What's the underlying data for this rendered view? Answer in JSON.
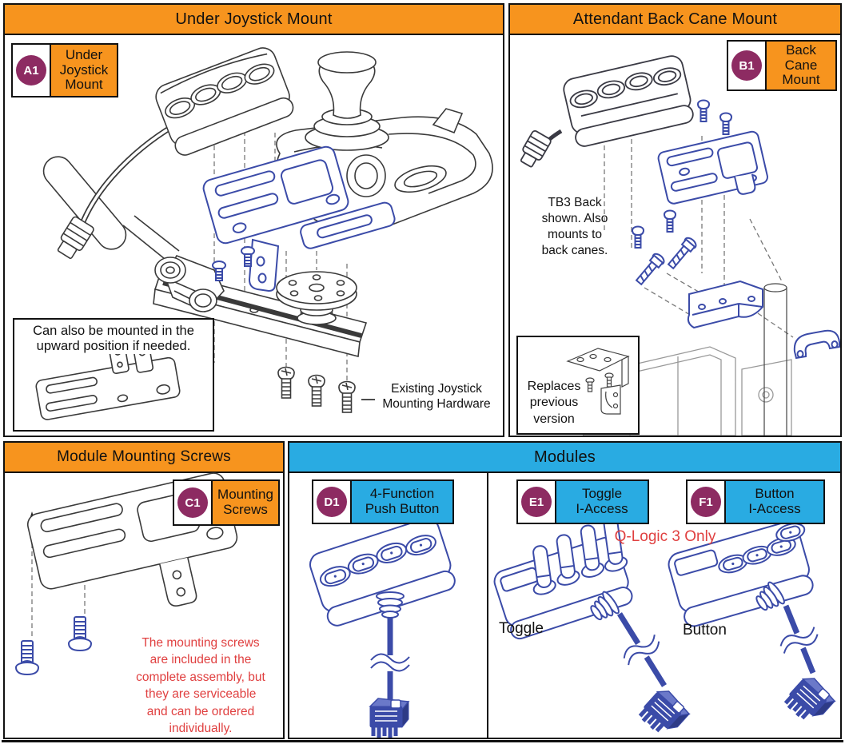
{
  "colors": {
    "header_orange": "#F7941E",
    "header_blue": "#29ABE2",
    "badge_plum": "#8D2B62",
    "note_red": "#E04040",
    "hardware_blue": "#3B4BA8",
    "line_black": "#3a3a3a"
  },
  "panel_under_joystick": {
    "title": "Under Joystick Mount",
    "badge": {
      "id": "A1",
      "label": "Under\nJoystick\nMount"
    },
    "callout_note": "Can also be mounted in the\nupward position if needed.",
    "hardware_label": "Existing Joystick\nMounting Hardware"
  },
  "panel_back_cane": {
    "title": "Attendant Back Cane Mount",
    "badge": {
      "id": "B1",
      "label": "Back\nCane\nMount"
    },
    "note": "TB3 Back\nshown. Also\nmounts to\nback canes.",
    "callout_note": "Replaces\nprevious\nversion"
  },
  "panel_mounting_screws": {
    "title": "Module Mounting Screws",
    "badge": {
      "id": "C1",
      "label": "Mounting\nScrews"
    },
    "service_note": "The mounting screws\nare included in the\ncomplete assembly, but\nthey are serviceable\nand can be ordered\nindividually."
  },
  "panel_modules": {
    "title": "Modules",
    "compat_note": "Q-Logic 3 Only",
    "items": [
      {
        "id": "D1",
        "label": "4-Function\nPush Button",
        "caption": ""
      },
      {
        "id": "E1",
        "label": "Toggle\nI-Access",
        "caption": "Toggle"
      },
      {
        "id": "F1",
        "label": "Button\nI-Access",
        "caption": "Button"
      }
    ]
  }
}
